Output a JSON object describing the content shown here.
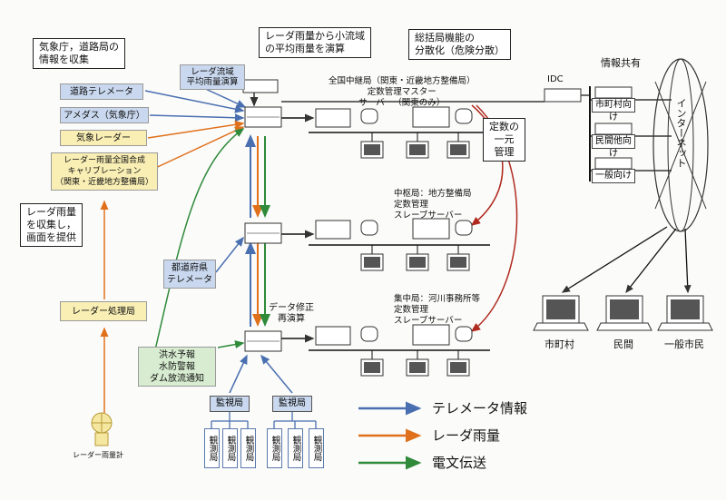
{
  "callouts": {
    "collect": "気象庁，道路局の\n情報を収集",
    "avg_calc": "レーダ雨量から小流域\nの平均雨量を演算",
    "decentral": "総括局機能の\n分散化（危険分散）",
    "provide": "レーダ雨量\nを収集し，\n画面を提供",
    "unify": "定数の\n一元\n管理"
  },
  "sources": {
    "radar_basin": "レーダ流域\n平均雨量演算",
    "road_telemeter": "道路テレメータ",
    "amedas": "アメダス（気象庁）",
    "weather_radar": "気象レーダー",
    "calibration": "レーダー雨量全国合成\nキャリブレーション\n（関東・近畿地方整備局）",
    "radar_processing": "レーダー処理局",
    "pref_telemeter": "都道府県\nテレメータ",
    "flood_notice": "洪水予報\n水防警報\nダム放流通知"
  },
  "stations": {
    "national": "全国中継局（関東・近畿地方整備局）\n定数管理マスター\nサーバー（関東のみ）",
    "central": "中枢局：地方整備局\n定数管理\nスレーブサーバー",
    "collect": "集中局：河川事務所等\n定数管理\nスレーブサーバー",
    "data_fix": "データ修正\n再演算"
  },
  "monitor": {
    "label": "監視局",
    "obs_label": "観測局"
  },
  "radar_gauge": "レーダー雨量計",
  "share": {
    "idc": "IDC",
    "title": "情報共有",
    "items": [
      "市町村向け",
      "民間他向け",
      "一般向け"
    ],
    "internet": "インターネット"
  },
  "clients": [
    "市町村",
    "民間",
    "一般市民"
  ],
  "legend": [
    {
      "label": "テレメータ情報",
      "color": "#4a6fb0"
    },
    {
      "label": "レーダ雨量",
      "color": "#e0711c"
    },
    {
      "label": "電文伝送",
      "color": "#2f8a3a"
    }
  ]
}
